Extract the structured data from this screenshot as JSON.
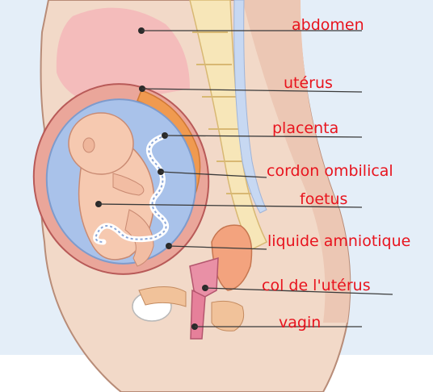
{
  "diagram": {
    "label_color": "#e8141e",
    "leader_color": "#3a3a3a",
    "labels": [
      {
        "key": "abdomen",
        "text": "abdomen"
      },
      {
        "key": "uterus",
        "text": "utérus"
      },
      {
        "key": "placenta",
        "text": "placenta"
      },
      {
        "key": "cordon",
        "text": "cordon ombilical"
      },
      {
        "key": "foetus",
        "text": "foetus"
      },
      {
        "key": "liquide",
        "text": "liquide amniotique"
      },
      {
        "key": "col",
        "text": "col de l'utérus"
      },
      {
        "key": "vagin",
        "text": "vagin"
      }
    ]
  }
}
